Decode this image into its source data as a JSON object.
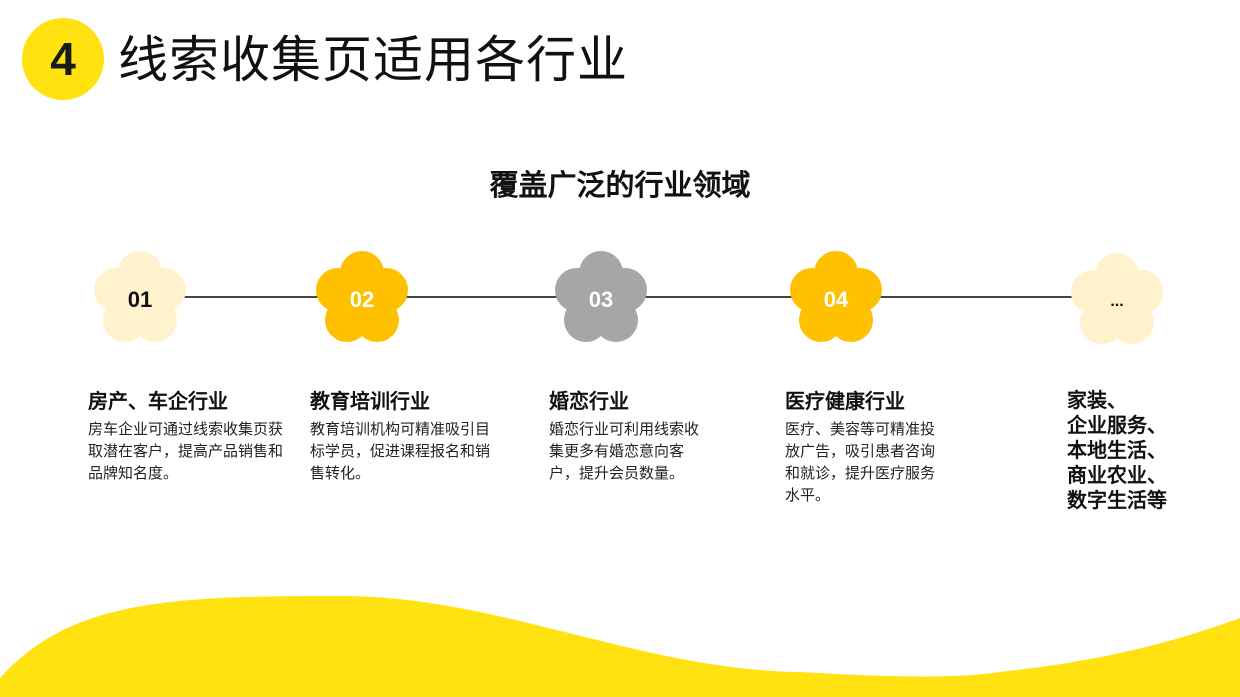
{
  "header": {
    "section_number": "4",
    "title": "线索收集页适用各行业"
  },
  "subtitle": "覆盖广泛的行业领域",
  "colors": {
    "accent_yellow": "#FFE20F",
    "flower_light": "#FFF2CC",
    "flower_gold": "#FFC000",
    "flower_gray": "#A6A6A6"
  },
  "timeline": {
    "nodes": [
      {
        "label": "01",
        "color": "#FFF2CC",
        "text_color": "#111111"
      },
      {
        "label": "02",
        "color": "#FFC000",
        "text_color": "#ffffff"
      },
      {
        "label": "03",
        "color": "#A6A6A6",
        "text_color": "#ffffff"
      },
      {
        "label": "04",
        "color": "#FFC000",
        "text_color": "#ffffff"
      },
      {
        "label": "...",
        "color": "#FFF2CC",
        "text_color": "#111111"
      }
    ]
  },
  "industries": [
    {
      "heading": "房产、车企行业",
      "description": "房车企业可通过线索收集页获取潜在客户，提高产品销售和品牌知名度。"
    },
    {
      "heading": "教育培训行业",
      "description": "教育培训机构可精准吸引目标学员，促进课程报名和销售转化。"
    },
    {
      "heading": "婚恋行业",
      "description": "婚恋行业可利用线索收集更多有婚恋意向客户，提升会员数量。"
    },
    {
      "heading": "医疗健康行业",
      "description": "医疗、美容等可精准投放广告，吸引患者咨询和就诊，提升医疗服务水平。"
    }
  ],
  "more": {
    "lines": [
      "家装、",
      "企业服务、",
      "本地生活、",
      "商业农业、",
      "数字生活等"
    ]
  }
}
